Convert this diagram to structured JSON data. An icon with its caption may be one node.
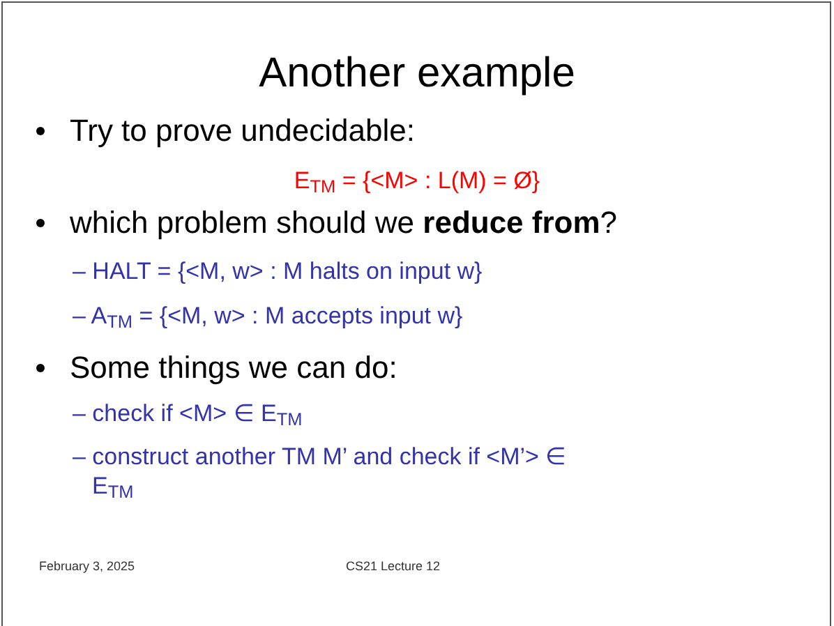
{
  "diagram": {
    "title": "Another example",
    "labels": [
      "Try to prove undecidable:",
      "E$_{TM}$ = {<M> : L(M) = Ø}",
      "which problem should we **reduce from**?",
      "– HALT = {<M, w> : M halts on input w}",
      "– A$_{TM}$ = {<M, w> : M accepts input w}",
      "Some things we can do:",
      "– check if <M> ∈ E$_{TM}$",
      "– construct another TM M’ and check if <M’> ∈ E$_{TM}$",
      "February 3, 2025",
      "CS21 Lecture 12"
    ]
  }
}
